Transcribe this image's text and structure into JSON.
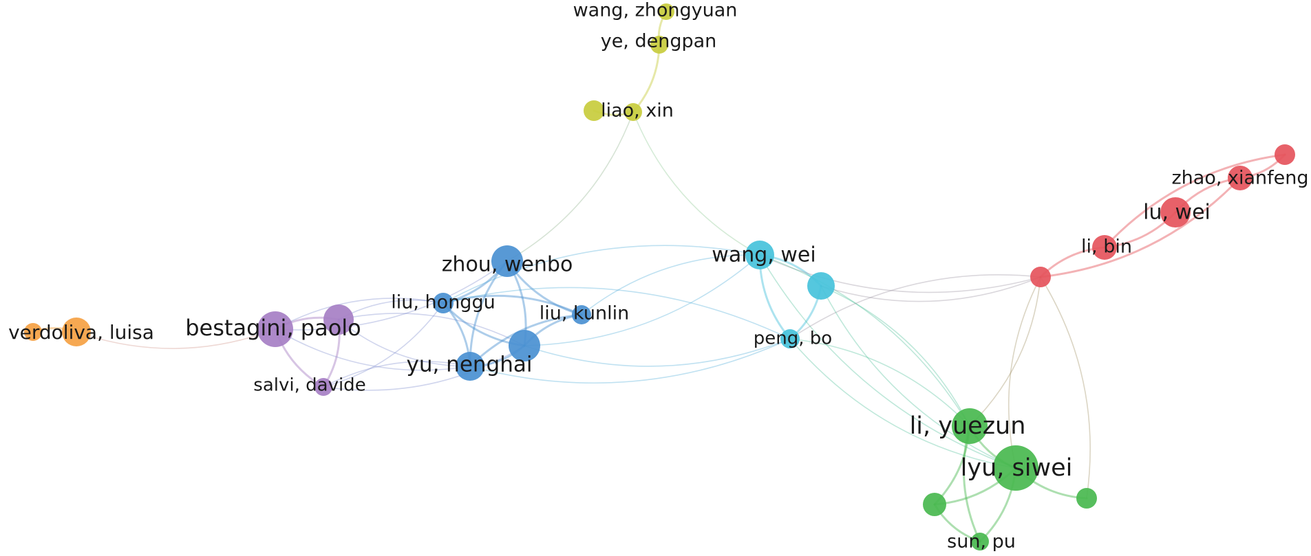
{
  "nodes": [
    {
      "id": "wang-zhongyuan",
      "label": "wang, zhongyuan",
      "color": "#c8cc3d",
      "cluster": "yellow"
    },
    {
      "id": "ye-dengpan",
      "label": "ye, dengpan",
      "color": "#c8cc3d",
      "cluster": "yellow"
    },
    {
      "id": "yellow-a",
      "label": "",
      "color": "#c8cc3d",
      "cluster": "yellow"
    },
    {
      "id": "liao-xin",
      "label": "liao, xin",
      "color": "#c8cc3d",
      "cluster": "yellow"
    },
    {
      "id": "verdoliva-a",
      "label": "",
      "color": "#f5a143",
      "cluster": "orange"
    },
    {
      "id": "verdoliva-luisa",
      "label": "verdoliva, luisa",
      "color": "#f5a143",
      "cluster": "orange"
    },
    {
      "id": "bestagini-paolo",
      "label": "bestagini, paolo",
      "color": "#a67fc4",
      "cluster": "purple"
    },
    {
      "id": "purple-b",
      "label": "",
      "color": "#a67fc4",
      "cluster": "purple"
    },
    {
      "id": "salvi-davide",
      "label": "salvi, davide",
      "color": "#a67fc4",
      "cluster": "purple"
    },
    {
      "id": "zhou-wenbo",
      "label": "zhou, wenbo",
      "color": "#4a90d1",
      "cluster": "blue"
    },
    {
      "id": "liu-honggu",
      "label": "liu, honggu",
      "color": "#4a90d1",
      "cluster": "blue"
    },
    {
      "id": "liu-kunlin",
      "label": "liu, kunlin",
      "color": "#4a90d1",
      "cluster": "blue"
    },
    {
      "id": "yu-nenghai",
      "label": "yu, nenghai",
      "color": "#4a90d1",
      "cluster": "blue"
    },
    {
      "id": "blue-e",
      "label": "",
      "color": "#4a90d1",
      "cluster": "blue"
    },
    {
      "id": "wang-wei",
      "label": "wang, wei",
      "color": "#46c2db",
      "cluster": "cyan"
    },
    {
      "id": "cyan-b",
      "label": "",
      "color": "#46c2db",
      "cluster": "cyan"
    },
    {
      "id": "peng-bo",
      "label": "peng, bo",
      "color": "#46c2db",
      "cluster": "cyan"
    },
    {
      "id": "red-top",
      "label": "",
      "color": "#e5545c",
      "cluster": "red"
    },
    {
      "id": "zhao-xianfeng",
      "label": "zhao, xianfeng",
      "color": "#e5545c",
      "cluster": "red"
    },
    {
      "id": "lu-wei",
      "label": "lu, wei",
      "color": "#e5545c",
      "cluster": "red"
    },
    {
      "id": "li-bin",
      "label": "li, bin",
      "color": "#e5545c",
      "cluster": "red"
    },
    {
      "id": "red-hub",
      "label": "",
      "color": "#e5545c",
      "cluster": "red"
    },
    {
      "id": "li-yuezun",
      "label": "li, yuezun",
      "color": "#49b84f",
      "cluster": "green"
    },
    {
      "id": "lyu-siwei",
      "label": "lyu, siwei",
      "color": "#49b84f",
      "cluster": "green"
    },
    {
      "id": "green-c",
      "label": "",
      "color": "#49b84f",
      "cluster": "green"
    },
    {
      "id": "green-d",
      "label": "",
      "color": "#49b84f",
      "cluster": "green"
    },
    {
      "id": "sun-pu",
      "label": "sun, pu",
      "color": "#49b84f",
      "cluster": "green"
    }
  ],
  "links": [
    [
      "wang-zhongyuan",
      "ye-dengpan"
    ],
    [
      "ye-dengpan",
      "liao-xin"
    ],
    [
      "yellow-a",
      "liao-xin"
    ],
    [
      "liao-xin",
      "zhou-wenbo"
    ],
    [
      "liao-xin",
      "wang-wei"
    ],
    [
      "verdoliva-a",
      "verdoliva-luisa"
    ],
    [
      "verdoliva-luisa",
      "bestagini-paolo"
    ],
    [
      "bestagini-paolo",
      "purple-b"
    ],
    [
      "bestagini-paolo",
      "salvi-davide"
    ],
    [
      "purple-b",
      "salvi-davide"
    ],
    [
      "bestagini-paolo",
      "zhou-wenbo"
    ],
    [
      "bestagini-paolo",
      "liu-honggu"
    ],
    [
      "bestagini-paolo",
      "yu-nenghai"
    ],
    [
      "purple-b",
      "liu-honggu"
    ],
    [
      "purple-b",
      "yu-nenghai"
    ],
    [
      "purple-b",
      "blue-e"
    ],
    [
      "salvi-davide",
      "liu-honggu"
    ],
    [
      "salvi-davide",
      "yu-nenghai"
    ],
    [
      "salvi-davide",
      "blue-e"
    ],
    [
      "zhou-wenbo",
      "liu-honggu"
    ],
    [
      "zhou-wenbo",
      "yu-nenghai"
    ],
    [
      "zhou-wenbo",
      "blue-e"
    ],
    [
      "zhou-wenbo",
      "liu-kunlin"
    ],
    [
      "liu-honggu",
      "yu-nenghai"
    ],
    [
      "liu-honggu",
      "blue-e"
    ],
    [
      "liu-honggu",
      "liu-kunlin"
    ],
    [
      "yu-nenghai",
      "blue-e"
    ],
    [
      "blue-e",
      "liu-kunlin"
    ],
    [
      "liu-kunlin",
      "yu-nenghai"
    ],
    [
      "liu-kunlin",
      "wang-wei"
    ],
    [
      "blue-e",
      "wang-wei"
    ],
    [
      "liu-honggu",
      "wang-wei"
    ],
    [
      "yu-nenghai",
      "peng-bo"
    ],
    [
      "liu-honggu",
      "peng-bo"
    ],
    [
      "blue-e",
      "peng-bo"
    ],
    [
      "wang-wei",
      "cyan-b"
    ],
    [
      "wang-wei",
      "peng-bo"
    ],
    [
      "cyan-b",
      "peng-bo"
    ],
    [
      "wang-wei",
      "red-hub"
    ],
    [
      "wang-wei",
      "li-yuezun"
    ],
    [
      "wang-wei",
      "lyu-siwei"
    ],
    [
      "cyan-b",
      "li-yuezun"
    ],
    [
      "cyan-b",
      "lyu-siwei"
    ],
    [
      "peng-bo",
      "li-yuezun"
    ],
    [
      "peng-bo",
      "lyu-siwei"
    ],
    [
      "peng-bo",
      "red-hub"
    ],
    [
      "cyan-b",
      "red-hub"
    ],
    [
      "red-top",
      "zhao-xianfeng"
    ],
    [
      "zhao-xianfeng",
      "lu-wei"
    ],
    [
      "lu-wei",
      "li-bin"
    ],
    [
      "li-bin",
      "red-hub"
    ],
    [
      "zhao-xianfeng",
      "red-hub"
    ],
    [
      "red-top",
      "li-bin"
    ],
    [
      "red-hub",
      "li-yuezun"
    ],
    [
      "red-hub",
      "lyu-siwei"
    ],
    [
      "red-hub",
      "green-d"
    ],
    [
      "li-yuezun",
      "lyu-siwei"
    ],
    [
      "li-yuezun",
      "green-c"
    ],
    [
      "li-yuezun",
      "sun-pu"
    ],
    [
      "lyu-siwei",
      "green-c"
    ],
    [
      "lyu-siwei",
      "green-d"
    ],
    [
      "lyu-siwei",
      "sun-pu"
    ],
    [
      "green-c",
      "sun-pu"
    ]
  ]
}
